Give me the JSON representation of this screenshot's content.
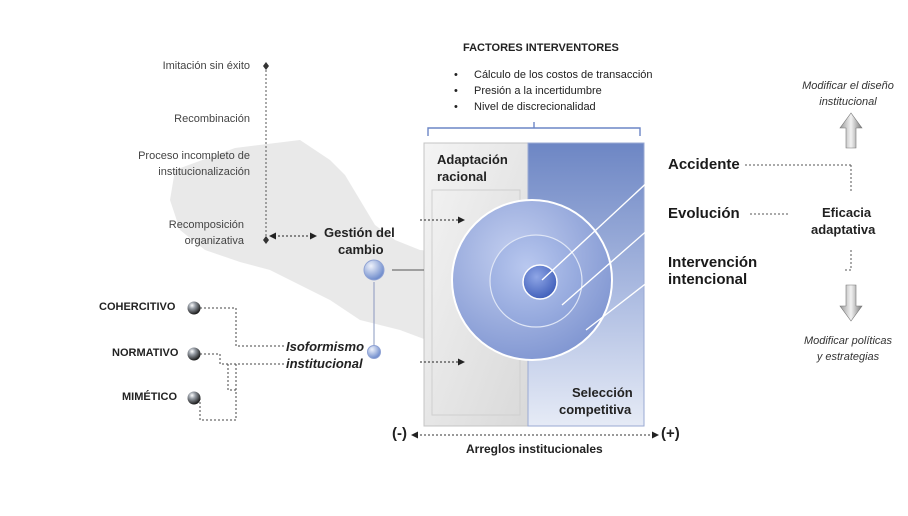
{
  "left_column": {
    "items": [
      "Imitación sin éxito",
      "Recombinación",
      "Proceso incompleto de",
      "institucionalización",
      "Recomposición",
      "organizativa"
    ]
  },
  "gestion": {
    "line1": "Gestión del",
    "line2": "cambio"
  },
  "pressures": {
    "items": [
      "COHERCITIVO",
      "NORMATIVO",
      "MIMÉTICO"
    ]
  },
  "isoformismo": {
    "line1": "Isoformismo",
    "line2": "institucional"
  },
  "factores": {
    "title": "FACTORES INTERVENTORES",
    "items": [
      "Cálculo de los costos de transacción",
      "Presión a la incertidumbre",
      "Nivel de discrecionalidad"
    ]
  },
  "adaptacion": {
    "line1": "Adaptación",
    "line2": "racional"
  },
  "seleccion": {
    "line1": "Selección",
    "line2": "competitiva"
  },
  "mechanisms": {
    "accidente": "Accidente",
    "evolucion": "Evolución",
    "intervencion_1": "Intervención",
    "intervencion_2": "intencional"
  },
  "eficacia": {
    "line1": "Eficacia",
    "line2": "adaptativa"
  },
  "modificar_diseno": {
    "line1": "Modificar el diseño",
    "line2": "institucional"
  },
  "modificar_politicas": {
    "line1": "Modificar políticas",
    "line2": "y estrategias"
  },
  "axis": {
    "minus": "(-)",
    "plus": "(+)",
    "label": "Arreglos institucionales"
  },
  "colors": {
    "panel_blue": "#7b92c9",
    "circle_outer": "#93a7dc",
    "circle_inner": "#5573c4",
    "map_grey": "#e1e1e1"
  }
}
